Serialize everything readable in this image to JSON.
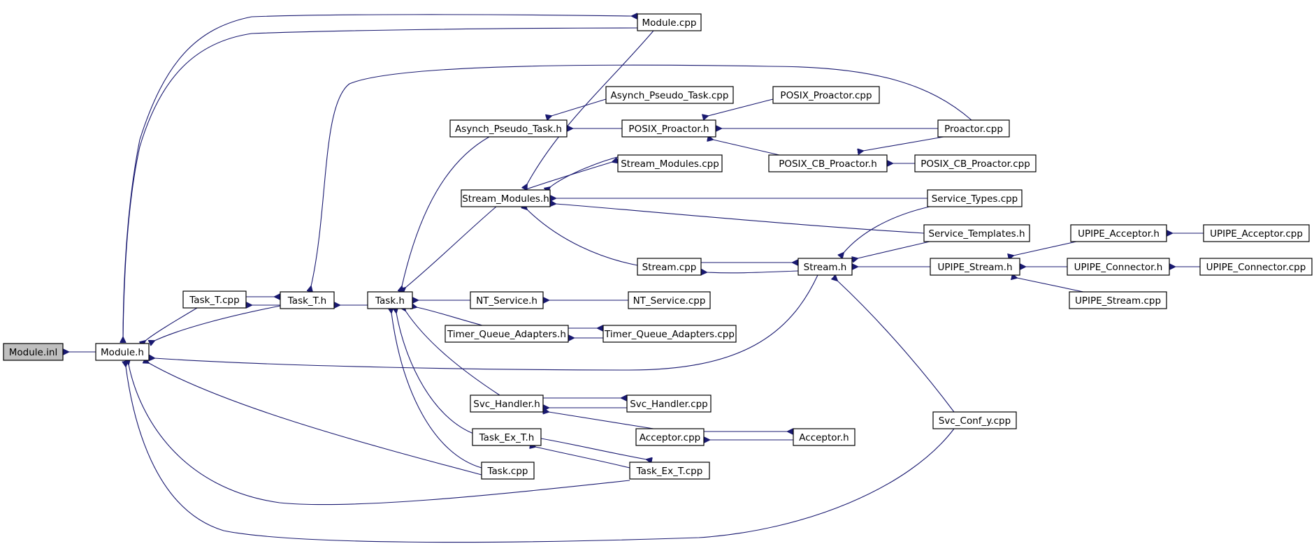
{
  "diagram": {
    "edge_color": "#191970",
    "root_fill": "#bfbfbf",
    "nodes": [
      {
        "id": "module_inl",
        "label": "Module.inl",
        "root": true
      },
      {
        "id": "module_h",
        "label": "Module.h"
      },
      {
        "id": "module_cpp",
        "label": "Module.cpp"
      },
      {
        "id": "task_t_cpp",
        "label": "Task_T.cpp"
      },
      {
        "id": "task_t_h",
        "label": "Task_T.h"
      },
      {
        "id": "task_h",
        "label": "Task.h"
      },
      {
        "id": "asynch_pseudo_task_cpp",
        "label": "Asynch_Pseudo_Task.cpp"
      },
      {
        "id": "asynch_pseudo_task_h",
        "label": "Asynch_Pseudo_Task.h"
      },
      {
        "id": "posix_proactor_cpp",
        "label": "POSIX_Proactor.cpp"
      },
      {
        "id": "posix_proactor_h",
        "label": "POSIX_Proactor.h"
      },
      {
        "id": "proactor_cpp",
        "label": "Proactor.cpp"
      },
      {
        "id": "posix_cb_proactor_h",
        "label": "POSIX_CB_Proactor.h"
      },
      {
        "id": "posix_cb_proactor_cpp",
        "label": "POSIX_CB_Proactor.cpp"
      },
      {
        "id": "stream_modules_cpp",
        "label": "Stream_Modules.cpp"
      },
      {
        "id": "stream_modules_h",
        "label": "Stream_Modules.h"
      },
      {
        "id": "service_types_cpp",
        "label": "Service_Types.cpp"
      },
      {
        "id": "service_templates_h",
        "label": "Service_Templates.h"
      },
      {
        "id": "upipe_acceptor_h",
        "label": "UPIPE_Acceptor.h"
      },
      {
        "id": "upipe_acceptor_cpp",
        "label": "UPIPE_Acceptor.cpp"
      },
      {
        "id": "stream_cpp",
        "label": "Stream.cpp"
      },
      {
        "id": "stream_h",
        "label": "Stream.h"
      },
      {
        "id": "upipe_stream_h",
        "label": "UPIPE_Stream.h"
      },
      {
        "id": "upipe_connector_h",
        "label": "UPIPE_Connector.h"
      },
      {
        "id": "upipe_connector_cpp",
        "label": "UPIPE_Connector.cpp"
      },
      {
        "id": "nt_service_h",
        "label": "NT_Service.h"
      },
      {
        "id": "nt_service_cpp",
        "label": "NT_Service.cpp"
      },
      {
        "id": "upipe_stream_cpp",
        "label": "UPIPE_Stream.cpp"
      },
      {
        "id": "timer_queue_adapters_h",
        "label": "Timer_Queue_Adapters.h"
      },
      {
        "id": "timer_queue_adapters_cpp",
        "label": "Timer_Queue_Adapters.cpp"
      },
      {
        "id": "svc_handler_h",
        "label": "Svc_Handler.h"
      },
      {
        "id": "svc_handler_cpp",
        "label": "Svc_Handler.cpp"
      },
      {
        "id": "svc_conf_y_cpp",
        "label": "Svc_Conf_y.cpp"
      },
      {
        "id": "acceptor_cpp",
        "label": "Acceptor.cpp"
      },
      {
        "id": "acceptor_h",
        "label": "Acceptor.h"
      },
      {
        "id": "task_ex_t_h",
        "label": "Task_Ex_T.h"
      },
      {
        "id": "task_cpp",
        "label": "Task.cpp"
      },
      {
        "id": "task_ex_t_cpp",
        "label": "Task_Ex_T.cpp"
      }
    ]
  }
}
